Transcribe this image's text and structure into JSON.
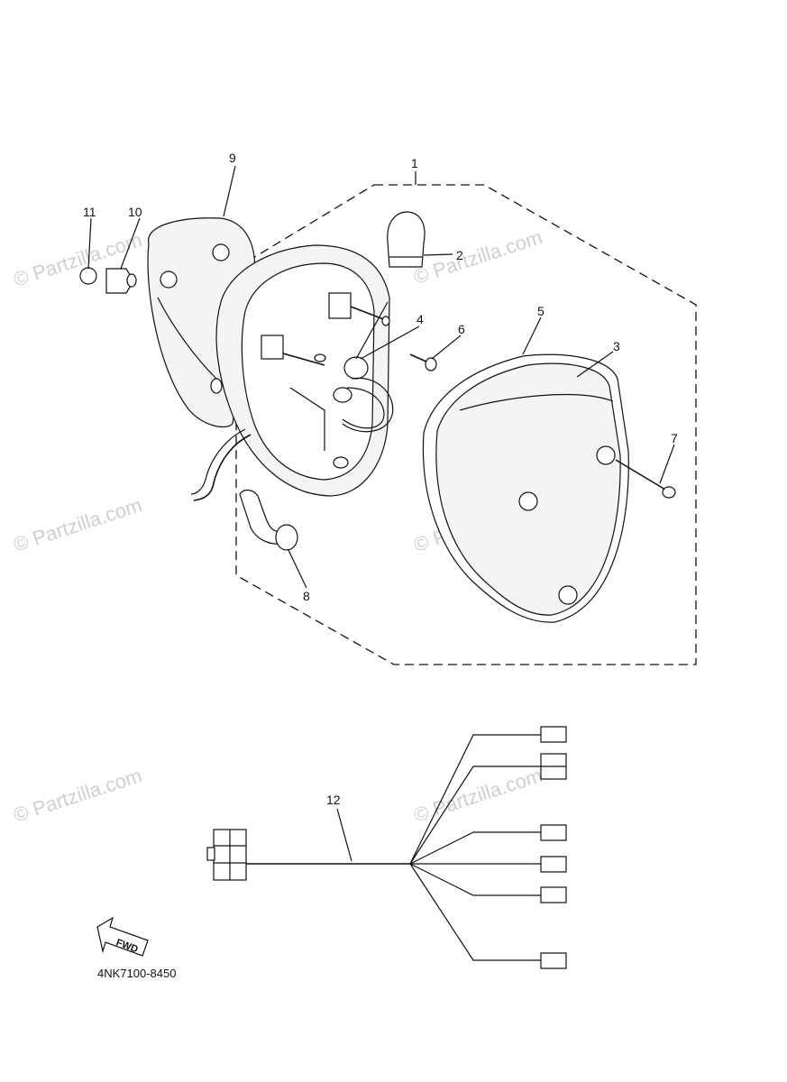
{
  "drawing_number": "4NK7100-8450",
  "fwd_label": "FWD",
  "watermark": "© Partzilla.com",
  "callouts": {
    "c1": "1",
    "c2": "2",
    "c3": "3",
    "c4": "4",
    "c5": "5",
    "c6": "6",
    "c7": "7",
    "c8": "8",
    "c9": "9",
    "c10": "10",
    "c11": "11",
    "c12": "12"
  }
}
